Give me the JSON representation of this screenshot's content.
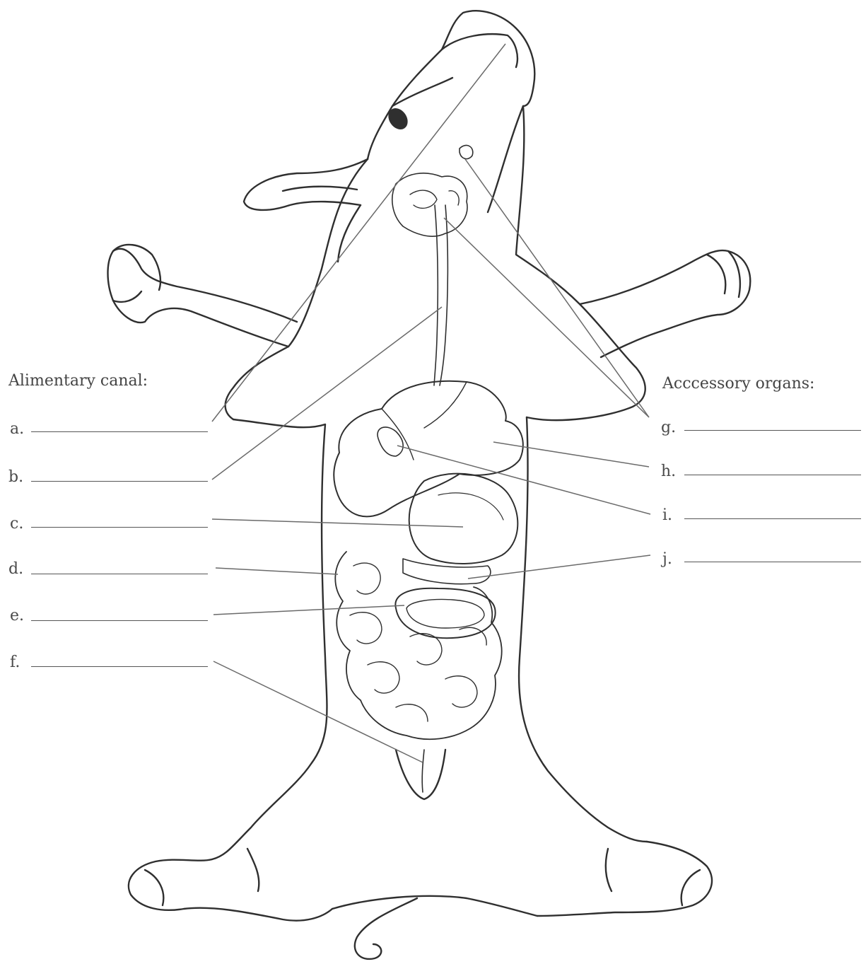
{
  "left_group": {
    "heading": "Alimentary canal:",
    "labels": [
      "a.",
      "b.",
      "c.",
      "d.",
      "e.",
      "f."
    ]
  },
  "right_group": {
    "heading": "Acccessory organs:",
    "labels": [
      "g.",
      "h.",
      "i.",
      "j."
    ]
  },
  "colors": {
    "outline": "#2f2f2f",
    "leader": "#6a6a6a",
    "text": "#4a4a4a"
  }
}
